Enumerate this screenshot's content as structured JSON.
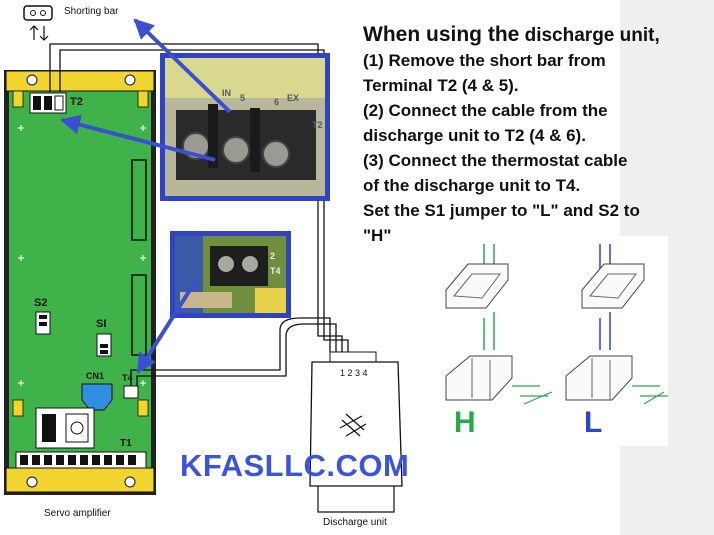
{
  "instructions": {
    "title_part1": "When using the",
    "title_part2": "discharge unit,",
    "step1_a": "(1) Remove the short bar from",
    "step1_b": "Terminal T2 (4 & 5).",
    "step2_a": "(2) Connect the cable from the",
    "step2_b": "discharge unit to T2 (4 & 6).",
    "step3_a": "(3) Connect the thermostat cable",
    "step3_b": "of the discharge unit to T4.",
    "jumper_a": "Set the S1 jumper to \"L\" and S2 to",
    "jumper_b": "\"H\""
  },
  "labels": {
    "shorting_bar": "Shorting bar",
    "servo_amplifier": "Servo amplifier",
    "discharge_unit": "Discharge unit",
    "t2": "T2",
    "s2": "S2",
    "s1": "SI",
    "cn1": "CN1",
    "t4": "T4",
    "t1": "T1",
    "connector_pins": "1 2 3 4",
    "photo_terminal_in": "IN",
    "photo_terminal_ex": "EX",
    "photo_terminal_5": "5",
    "photo_terminal_6": "6",
    "photo_t2": "T2",
    "photo2_2": "2",
    "photo2_t4": "T4"
  },
  "jumper_settings": {
    "h_label": "H",
    "l_label": "L",
    "h_color": "#2aa84a",
    "l_color": "#2b45c8"
  },
  "brand": "KFASLLC.COM",
  "colors": {
    "board_green": "#3fb34a",
    "board_yellow": "#f2d42e",
    "arrow_blue": "#3a4fd1",
    "photo_frame": "#2f43c4"
  }
}
